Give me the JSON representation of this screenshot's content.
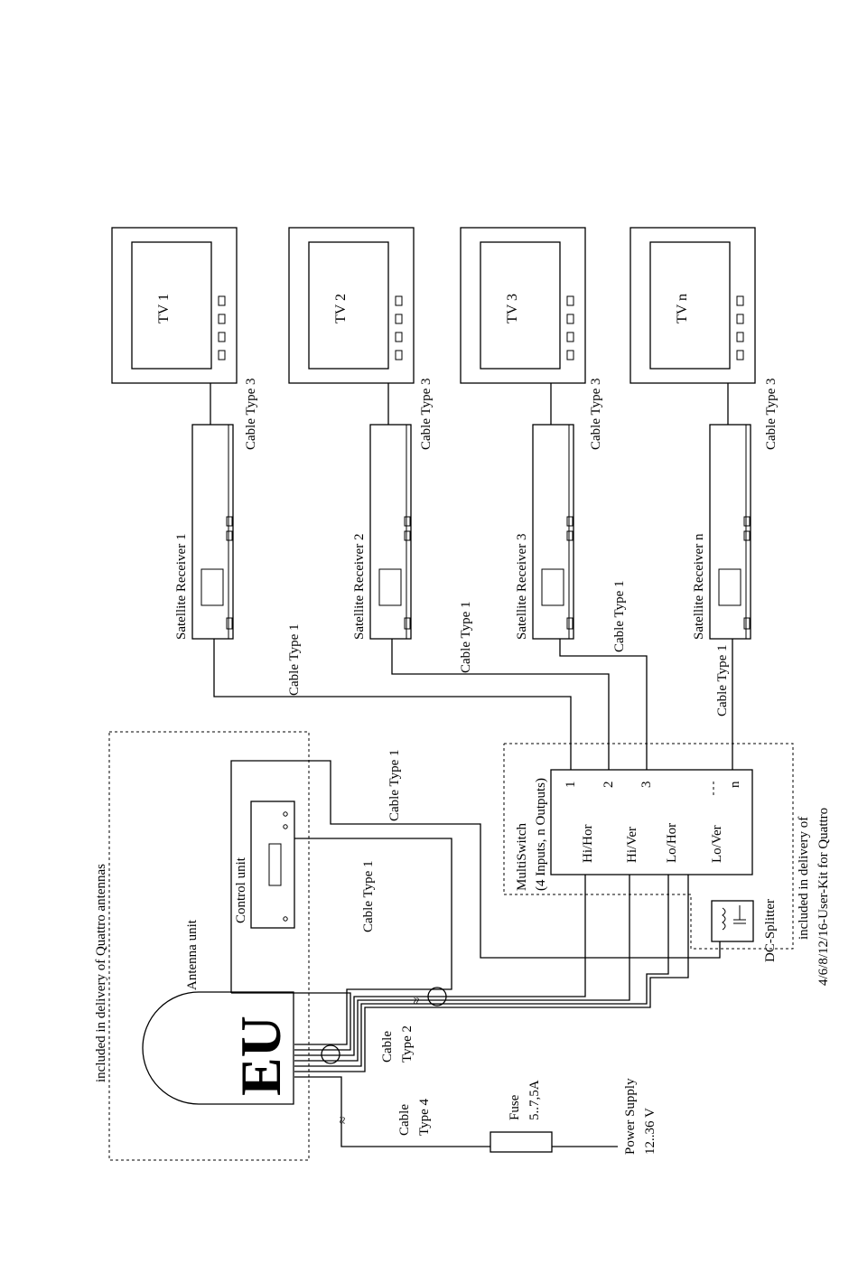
{
  "labels": {
    "quattro_antennas_note": "included in delivery of Quattro antennas",
    "antenna_unit": "Antenna unit",
    "eu_logo": "EU",
    "control_unit": "Control unit",
    "cable_type_1": "Cable Type 1",
    "cable_type_2_line1": "Cable",
    "cable_type_2_line2": "Type 2",
    "cable_type_4_line1": "Cable",
    "cable_type_4_line2": "Type 4",
    "cable_type_3": "Cable Type 3",
    "fuse_line1": "Fuse",
    "fuse_line2": "5..7,5A",
    "power_supply_line1": "Power Supply",
    "power_supply_line2": "12..36 V",
    "multiswitch_line1": "MultiSwitch",
    "multiswitch_line2": "(4 Inputs, n Outputs)",
    "dc_splitter": "DC-Splitter",
    "user_kit_line1": "included in delivery of",
    "user_kit_line2": "4/6/8/12/16-User-Kit for Quattro"
  },
  "multiswitch": {
    "inputs": [
      "Hi/Hor",
      "Hi/Ver",
      "Lo/Hor",
      "Lo/Ver"
    ],
    "outputs": [
      "1",
      "2",
      "3",
      "n"
    ]
  },
  "tvs": [
    "TV 1",
    "TV 2",
    "TV 3",
    "TV n"
  ],
  "receivers": [
    "Satellite Receiver 1",
    "Satellite Receiver 2",
    "Satellite Receiver 3",
    "Satellite Receiver n"
  ]
}
